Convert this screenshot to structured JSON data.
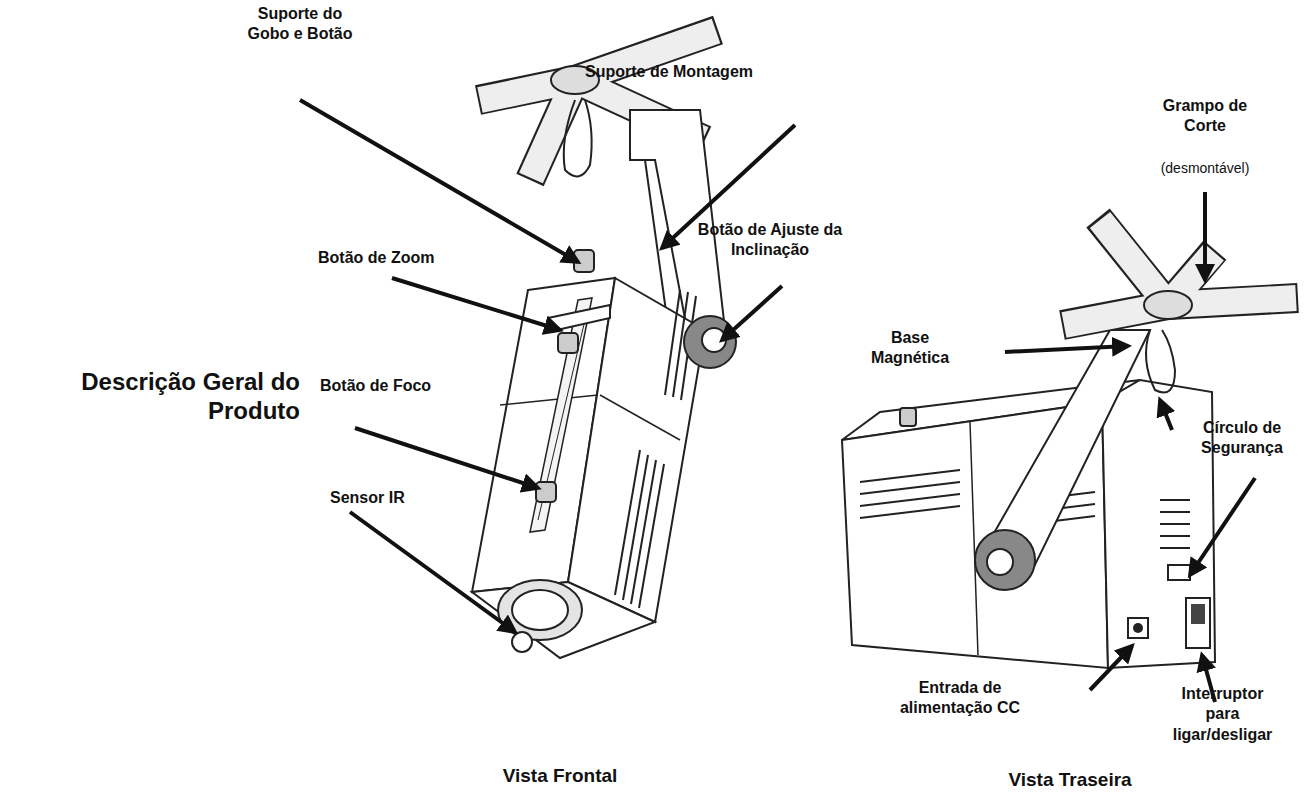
{
  "diagram": {
    "title": "Descrição Geral do Produto",
    "labels": [
      "Suporte do Gobo e Botão",
      "Suporte de Montagem",
      "Grampo de Corte",
      "(desmontável)",
      "Botão de Ajuste da Inclinação",
      "Botão de Zoom",
      "Base Magnética",
      "Botão de Foco",
      "Círculo de Segurança",
      "Sensor IR",
      "Entrada de alimentação CC",
      "Interruptor para ligar/desligar",
      "Vista Frontal",
      "Vista Traseira"
    ]
  }
}
